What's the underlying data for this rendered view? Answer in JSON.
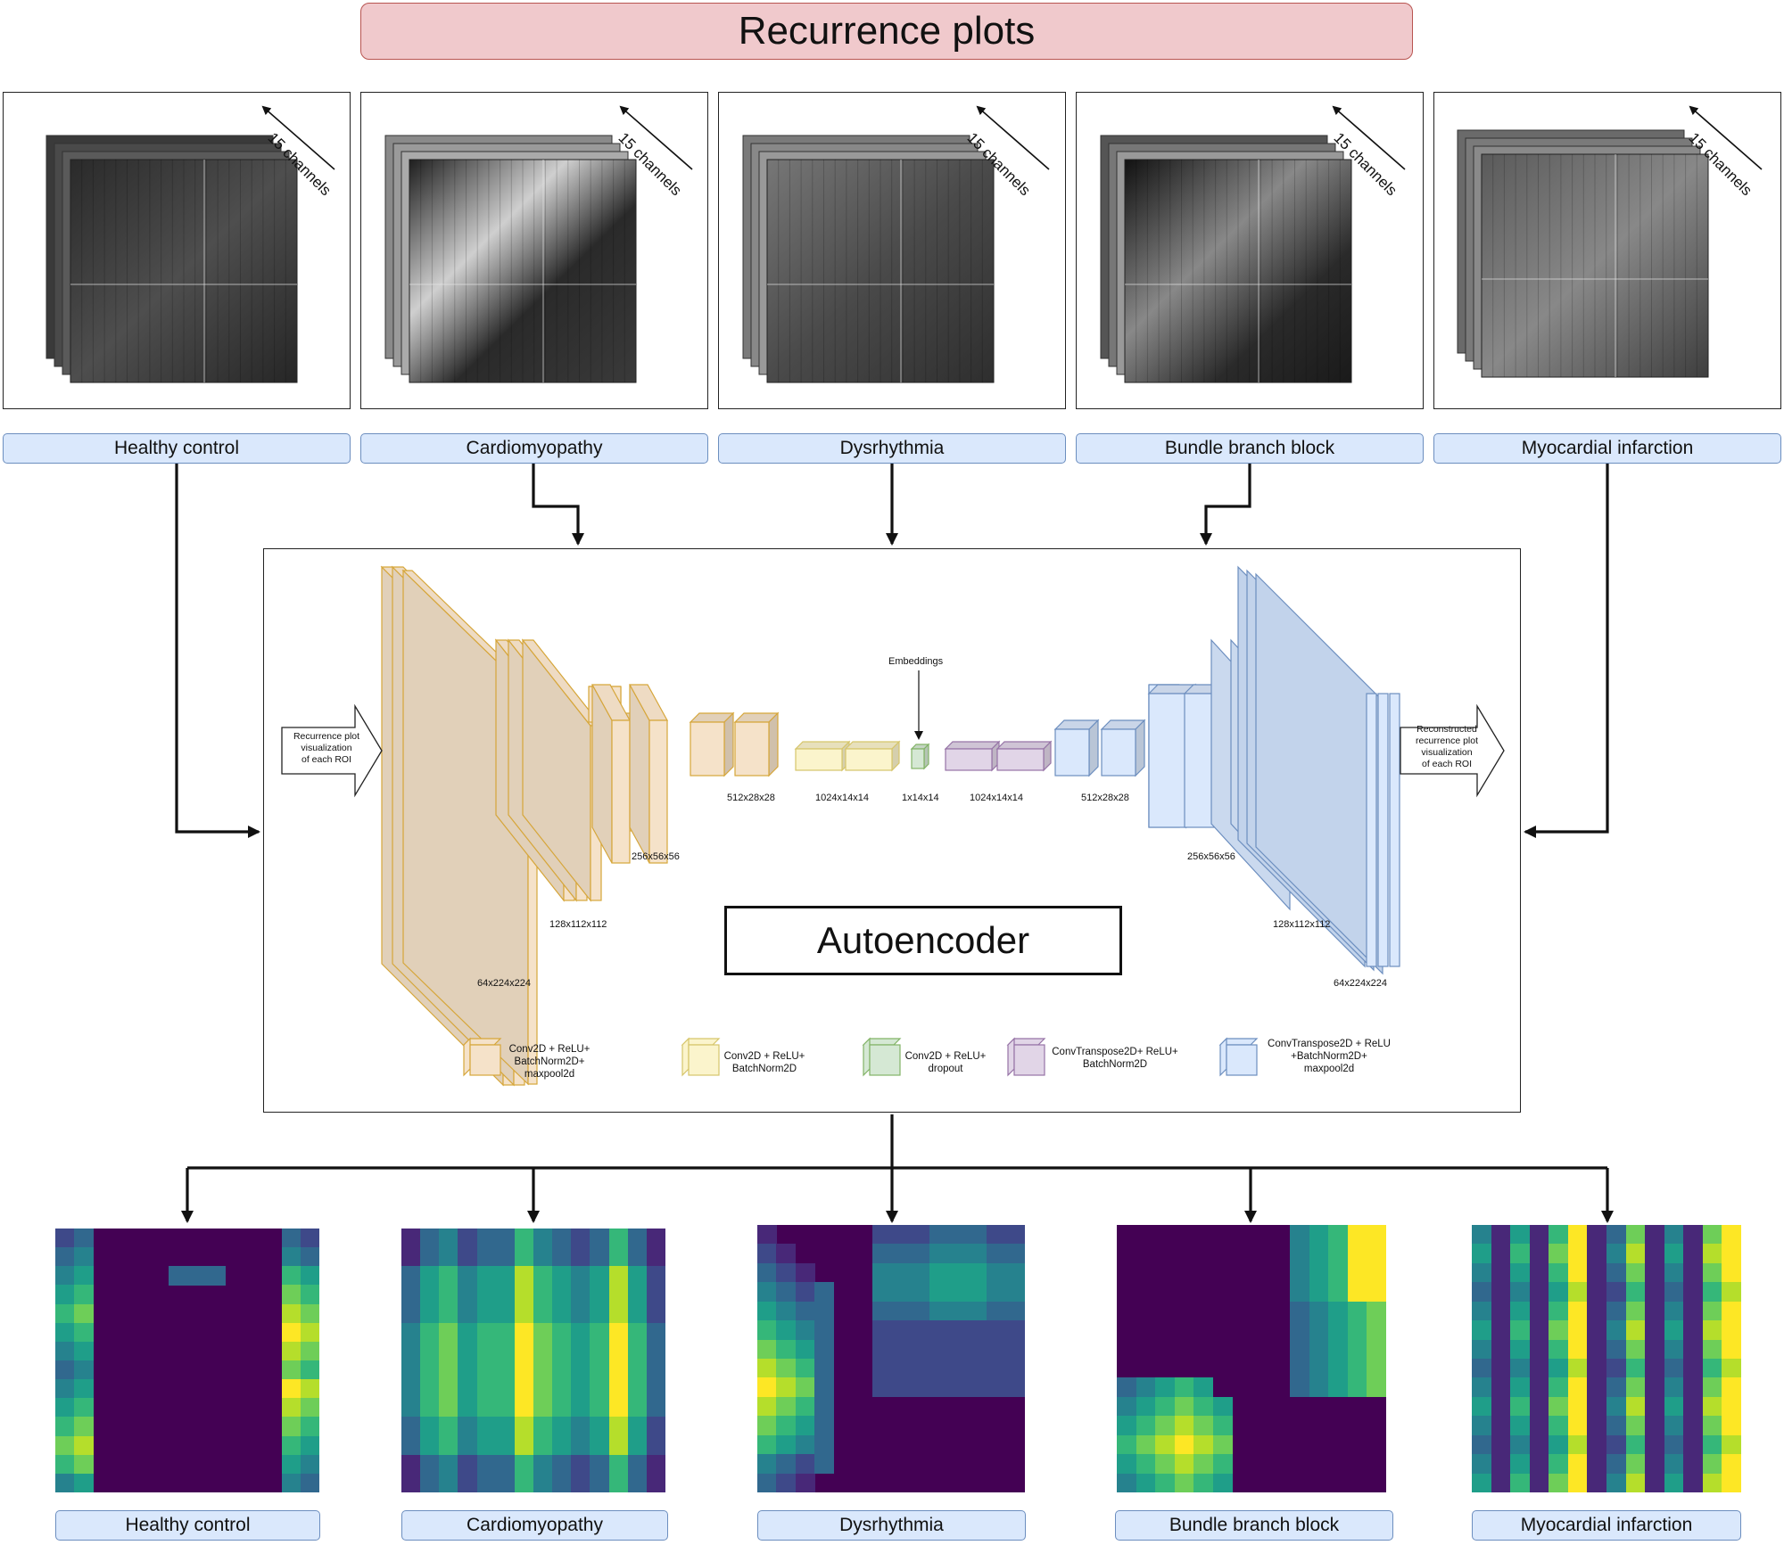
{
  "header": {
    "title": "Recurrence plots"
  },
  "channel_label": "15 channels",
  "top_labels": [
    "Healthy control",
    "Cardiomyopathy",
    "Dysrhythmia",
    "Bundle branch block",
    "Myocardial infarction"
  ],
  "bottom_labels": [
    "Healthy control",
    "Cardiomyopathy",
    "Dysrhythmia",
    "Bundle branch block",
    "Myocardial infarction"
  ],
  "autoencoder": {
    "title": "Autoencoder",
    "input_text": [
      "Recurrence plot",
      "visualization",
      "of each ROI"
    ],
    "output_text": [
      "Reconstructed",
      "recurrence plot",
      "visualization",
      "of each ROI"
    ],
    "embeddings_label": "Embeddings",
    "dims": {
      "enc1": "64x224x224",
      "enc2": "128x112x112",
      "enc3": "256x56x56",
      "enc4": "512x28x28",
      "enc5": "1024x14x14",
      "bottleneck": "1x14x14",
      "dec5": "1024x14x14",
      "dec4": "512x28x28",
      "dec3": "256x56x56",
      "dec2": "128x112x112",
      "dec1": "64x224x224"
    },
    "legend": [
      {
        "lines": [
          "Conv2D + ReLU+",
          "BatchNorm2D+",
          "maxpool2d"
        ],
        "fill": "#f5e2c9",
        "stroke": "#d6a63a"
      },
      {
        "lines": [
          "Conv2D + ReLU+",
          "BatchNorm2D"
        ],
        "fill": "#fbf4cc",
        "stroke": "#d6c56a"
      },
      {
        "lines": [
          "Conv2D + ReLU+",
          "dropout"
        ],
        "fill": "#d5e8d4",
        "stroke": "#82b366"
      },
      {
        "lines": [
          "ConvTranspose2D+ ReLU+",
          "BatchNorm2D"
        ],
        "fill": "#e1d5e7",
        "stroke": "#9673a6"
      },
      {
        "lines": [
          "ConvTranspose2D + ReLU",
          "+BatchNorm2D+",
          "maxpool2d"
        ],
        "fill": "#dae8fc",
        "stroke": "#6c8ebf"
      }
    ]
  },
  "colors": {
    "title_fill": "#f0c9cc",
    "label_fill": "#dae8fc",
    "enc_fill": "#f5e2c9",
    "enc_stroke": "#d6a63a",
    "dec_fill": "#dae8fc",
    "dec_stroke": "#6c8ebf",
    "viridis_dark": "#440154"
  }
}
